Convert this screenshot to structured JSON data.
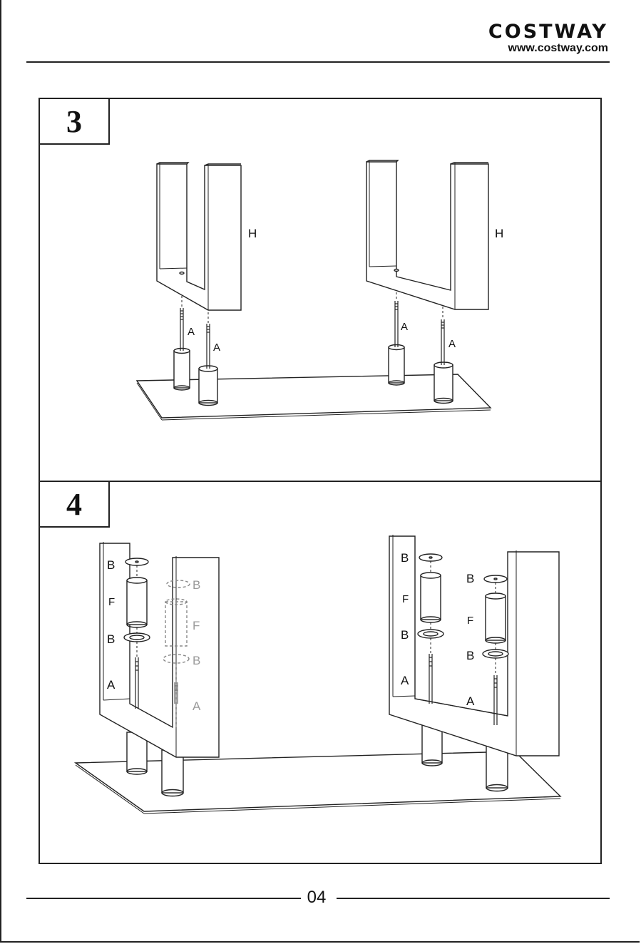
{
  "header": {
    "brand_name": "COSTWAY",
    "brand_url": "www.costway.com"
  },
  "steps": [
    {
      "number": "3",
      "labels": {
        "left_frame": "H",
        "right_frame": "H",
        "bolt_1": "A",
        "bolt_2": "A",
        "bolt_3": "A",
        "bolt_4": "A"
      }
    },
    {
      "number": "4",
      "labels": {
        "l1_top_washer": "B",
        "l1_sleeve": "F",
        "l1_low_washer": "B",
        "l1_bolt": "A",
        "l2_top_washer": "B",
        "l2_sleeve": "F",
        "l2_low_washer": "B",
        "l2_bolt": "A",
        "r1_top_washer": "B",
        "r1_sleeve": "F",
        "r1_low_washer": "B",
        "r1_bolt": "A",
        "r2_top_washer": "B",
        "r2_sleeve": "F",
        "r2_low_washer": "B",
        "r2_bolt": "A"
      }
    }
  ],
  "footer": {
    "page_number": "04"
  }
}
